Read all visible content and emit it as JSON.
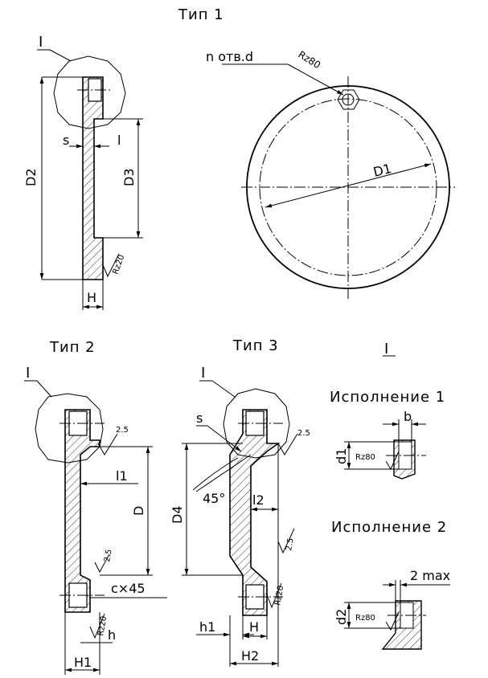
{
  "titles": {
    "type1": "Тип 1",
    "type2": "Тип 2",
    "type3": "Тип 3",
    "detail": "I",
    "exec1": "Исполнение 1",
    "exec2": "Исполнение 2"
  },
  "callouts": {
    "detail_type1": "I",
    "detail_type2": "I",
    "detail_type3": "I"
  },
  "type1": {
    "holes": "n отв.d",
    "hole_rz": "Rz80",
    "d1": "D1",
    "d2": "D2",
    "d3": "D3",
    "s": "s",
    "l": "l",
    "h": "H",
    "rz": "Rz20"
  },
  "type2": {
    "d": "D",
    "l1": "l1",
    "cx45": "c×45",
    "h1": "H1",
    "h": "h",
    "rz20": "Rz20",
    "r25a": "2.5",
    "r25b": "2.5"
  },
  "type3": {
    "s": "s",
    "angle": "45°",
    "d4": "D4",
    "l2": "l2",
    "h1": "h1",
    "h": "H",
    "h2": "H2",
    "rz20": "Rz20",
    "r25a": "2.5",
    "r25b": "2.5"
  },
  "exec1": {
    "b": "b",
    "d1": "d1",
    "rz": "Rz80"
  },
  "exec2": {
    "max": "2 max",
    "d2": "d2",
    "rz": "Rz80"
  }
}
